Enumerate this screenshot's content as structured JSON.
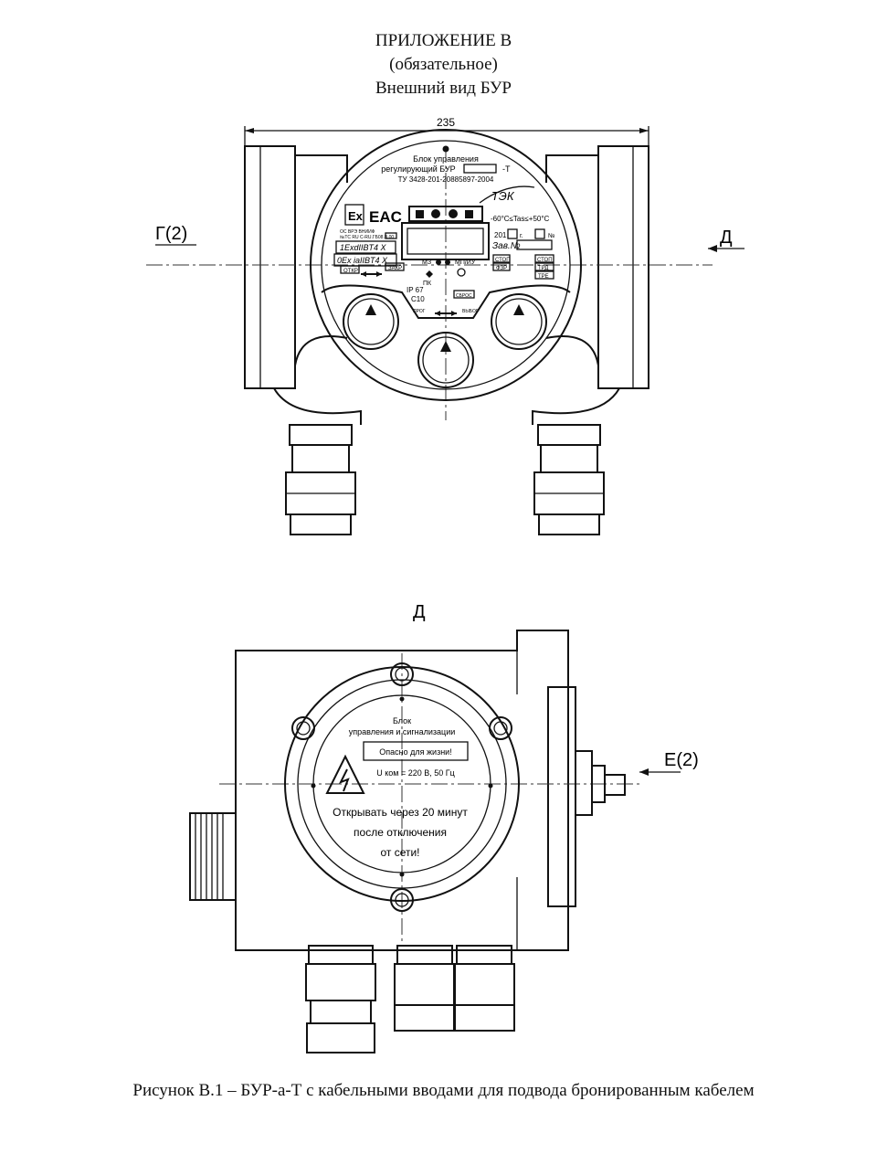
{
  "header": {
    "appendix": "ПРИЛОЖЕНИЕ В",
    "status": "(обязательное)",
    "title": "Внешний вид БУР"
  },
  "front_view": {
    "dimension": "235",
    "label_g": "Г(2)",
    "label_d_arrow": "Д",
    "panel": {
      "line1": "Блок управления",
      "line2": "регулирующий БУР",
      "suffix": "-Т",
      "tu": "ТУ 3428-201-20885897-2004",
      "brand": "ТЭК",
      "temp": "-60°C≤Tas≤+50°C",
      "year": "201",
      "year_suffix": "г.",
      "no": "№",
      "zav": "Зав.№",
      "cert_line1": "ОС ВРЭ ВНИИФ",
      "cert_line2": "№ТС RU C-RU.ГБ08.В.00",
      "ex1": "1ExdIIBT4 X",
      "ex2": "0Ex iaIIBT4 X",
      "otkr": "ОТКР",
      "zakr": "ЗАКР",
      "stop": "СТОП",
      "fsr": "ФЗР",
      "tpd": "ТРД",
      "tpe": "ТРЕ",
      "mz": "МЗ",
      "mpiu": "МП/ИУ",
      "pk": "ПК",
      "ip": "IP 67",
      "c10": "C10",
      "prog": "ПРОГ",
      "vybor": "ВЫБОР",
      "reset": "СБРОС"
    }
  },
  "back_view": {
    "label_d": "Д",
    "label_e": "Е(2)",
    "plate": {
      "line1": "Блок",
      "line2": "управления и сигнализации",
      "danger": "Опасно для жизни!",
      "voltage": "U ком = 220 В, 50 Гц",
      "warn1": "Открывать через 20 минут",
      "warn2": "после отключения",
      "warn3": "от сети!"
    }
  },
  "caption": "Рисунок В.1 – БУР-а-Т с кабельными вводами для подвода бронированным кабелем"
}
